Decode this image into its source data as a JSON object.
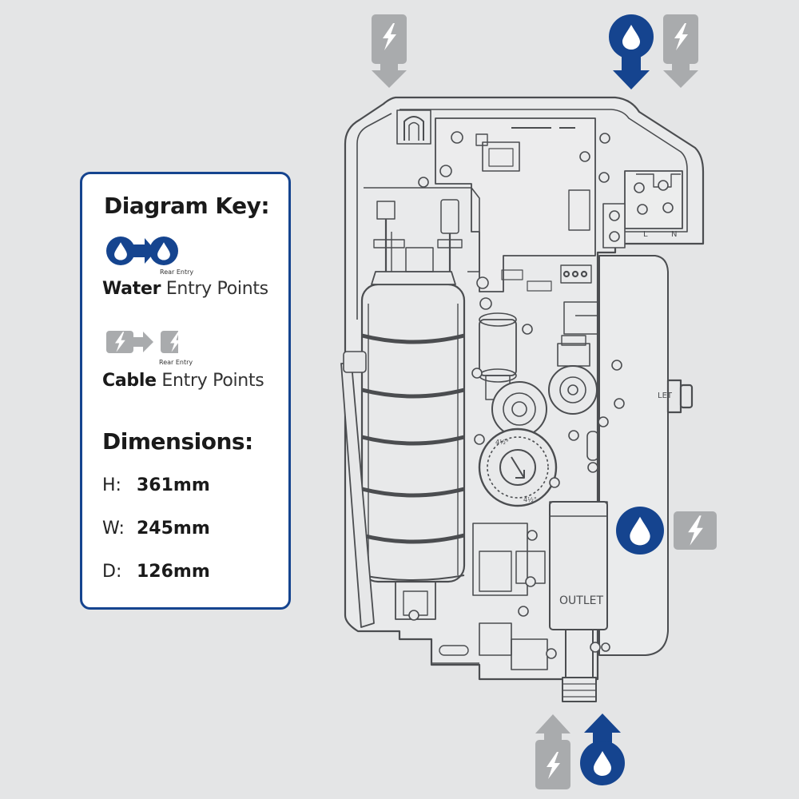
{
  "key": {
    "title": "Diagram Key:",
    "water": {
      "rear_entry_label": "Rear Entry",
      "bold": "Water",
      "rest": "Entry Points"
    },
    "cable": {
      "rear_entry_label": "Rear Entry",
      "bold": "Cable",
      "rest": "Entry Points"
    },
    "dimensions": {
      "title": "Dimensions:",
      "rows": [
        {
          "label": "H:",
          "value": "361mm"
        },
        {
          "label": "W:",
          "value": "245mm"
        },
        {
          "label": "D:",
          "value": "126mm"
        }
      ]
    }
  },
  "unit_labels": {
    "outlet": "OUTLET",
    "outlet_side": "LET",
    "live": "L",
    "neutral": "N",
    "marking_1": "4½°",
    "marking_2": "4½°"
  },
  "colors": {
    "water_blue": "#15448f",
    "cable_grey": "#a9abad",
    "background": "#e4e5e6"
  },
  "icons": [
    "water-drop-icon",
    "lightning-bolt-icon",
    "arrow-icon"
  ]
}
